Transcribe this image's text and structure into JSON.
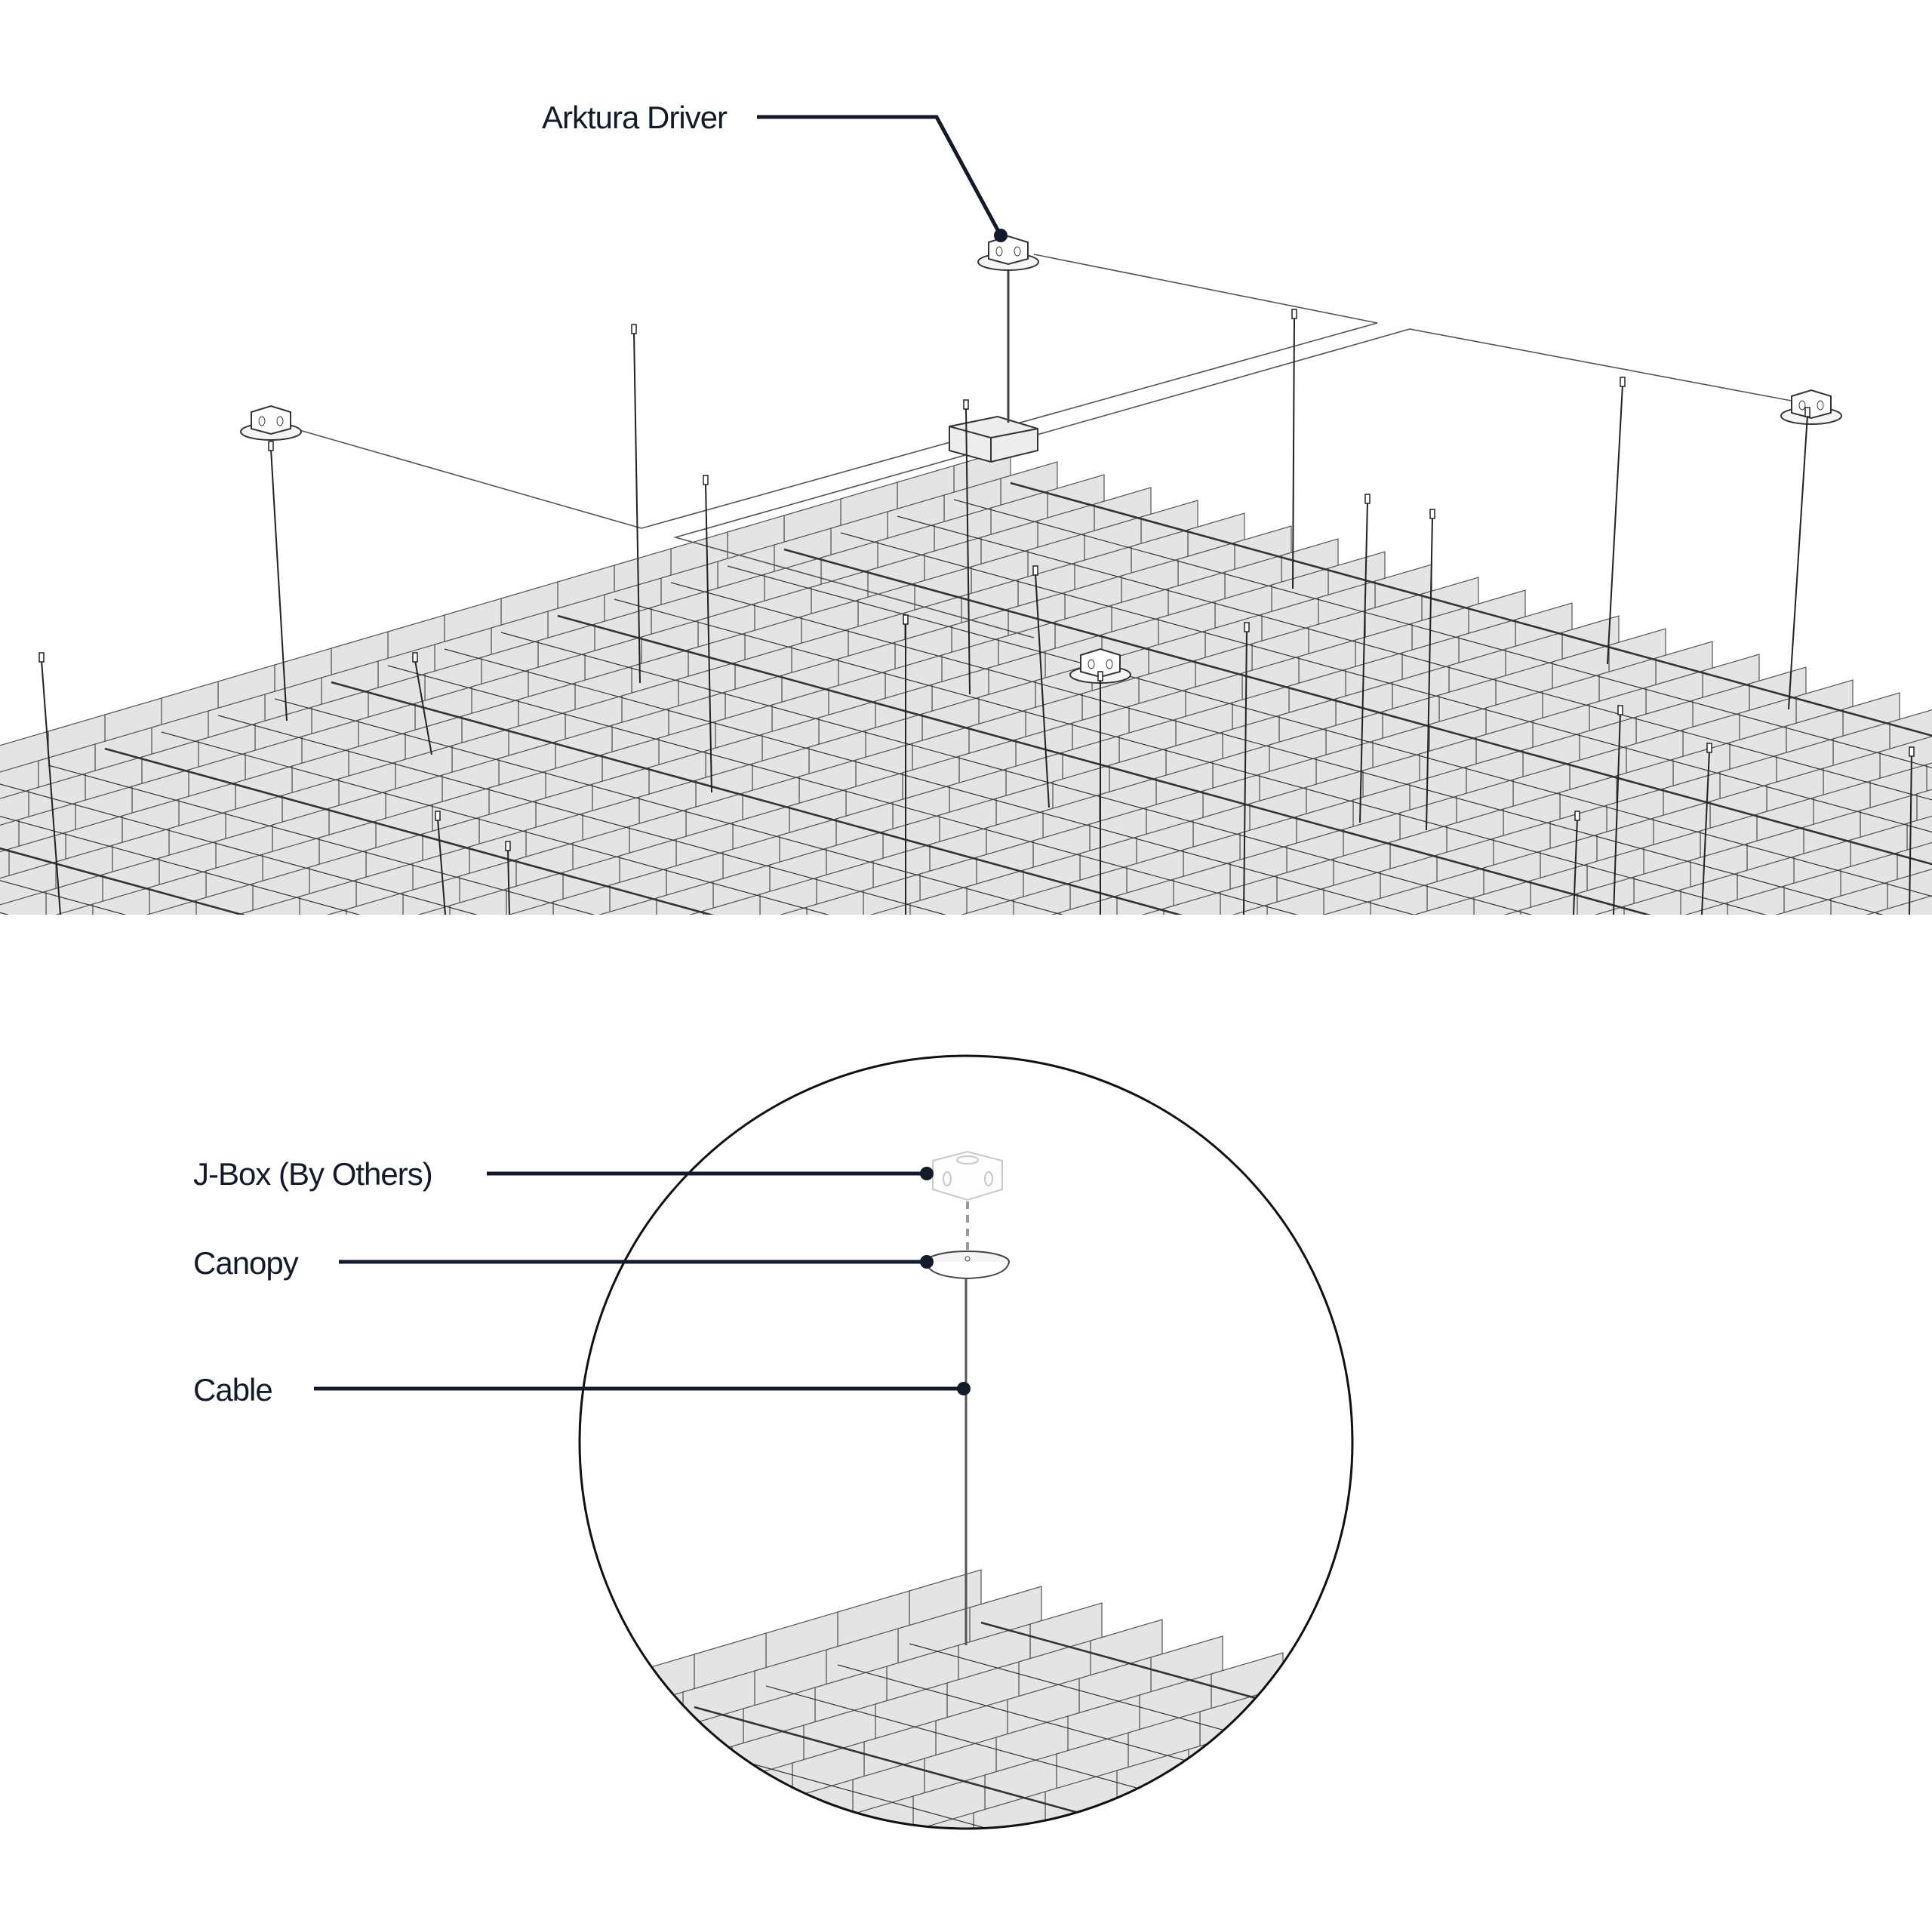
{
  "callouts": {
    "driver": "Arktura Driver",
    "jbox": "J-Box (By Others)",
    "canopy": "Canopy",
    "cable": "Cable"
  },
  "colors": {
    "leader": "#141a2a",
    "fin": "#e4e4e4",
    "line": "#333333"
  }
}
